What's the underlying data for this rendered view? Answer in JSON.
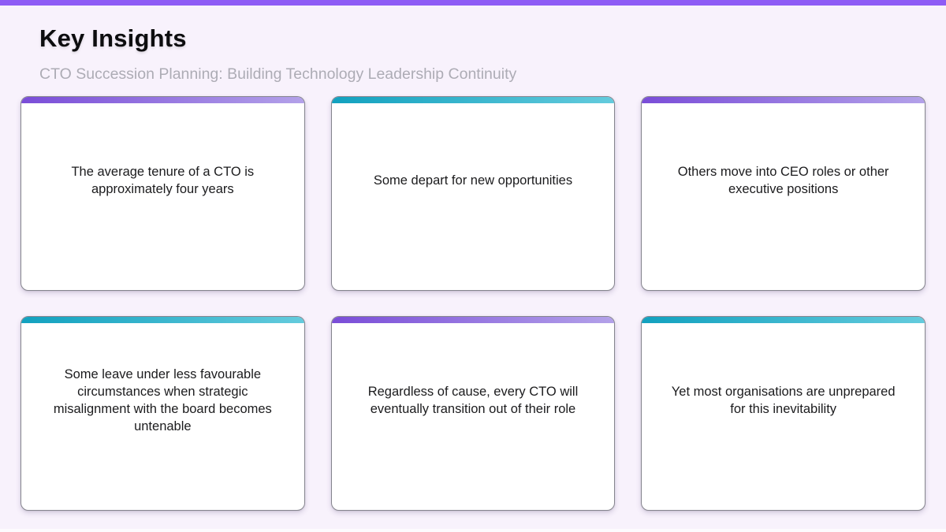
{
  "page": {
    "title": "Key Insights",
    "subtitle": "CTO Succession Planning: Building Technology Leadership Continuity",
    "accent_bar_color": "#8E5CF5",
    "background_color": "#F8F2FC"
  },
  "accent_colors": {
    "purple_start": "#7A4DD8",
    "purple_end": "#B3A1E9",
    "teal_start": "#12A1BF",
    "teal_end": "#64CBDD"
  },
  "cards": [
    {
      "text": "The average tenure of a CTO is approximately four years",
      "accent": "purple",
      "accent_gradient": [
        "#7A4DD8",
        "#B3A1E9"
      ]
    },
    {
      "text": "Some depart for new opportunities",
      "accent": "teal",
      "accent_gradient": [
        "#12A1BF",
        "#64CBDD"
      ]
    },
    {
      "text": "Others move into CEO roles or other executive positions",
      "accent": "purple",
      "accent_gradient": [
        "#7A4DD8",
        "#B3A1E9"
      ]
    },
    {
      "text": "Some leave under less favourable circumstances when strategic misalignment with the board becomes untenable",
      "accent": "teal",
      "accent_gradient": [
        "#12A1BF",
        "#64CBDD"
      ]
    },
    {
      "text": "Regardless of cause, every CTO will eventually transition out of their role",
      "accent": "purple",
      "accent_gradient": [
        "#7A4DD8",
        "#B3A1E9"
      ]
    },
    {
      "text": "Yet most organisations are unprepared for this inevitability",
      "accent": "teal",
      "accent_gradient": [
        "#12A1BF",
        "#64CBDD"
      ]
    }
  ]
}
